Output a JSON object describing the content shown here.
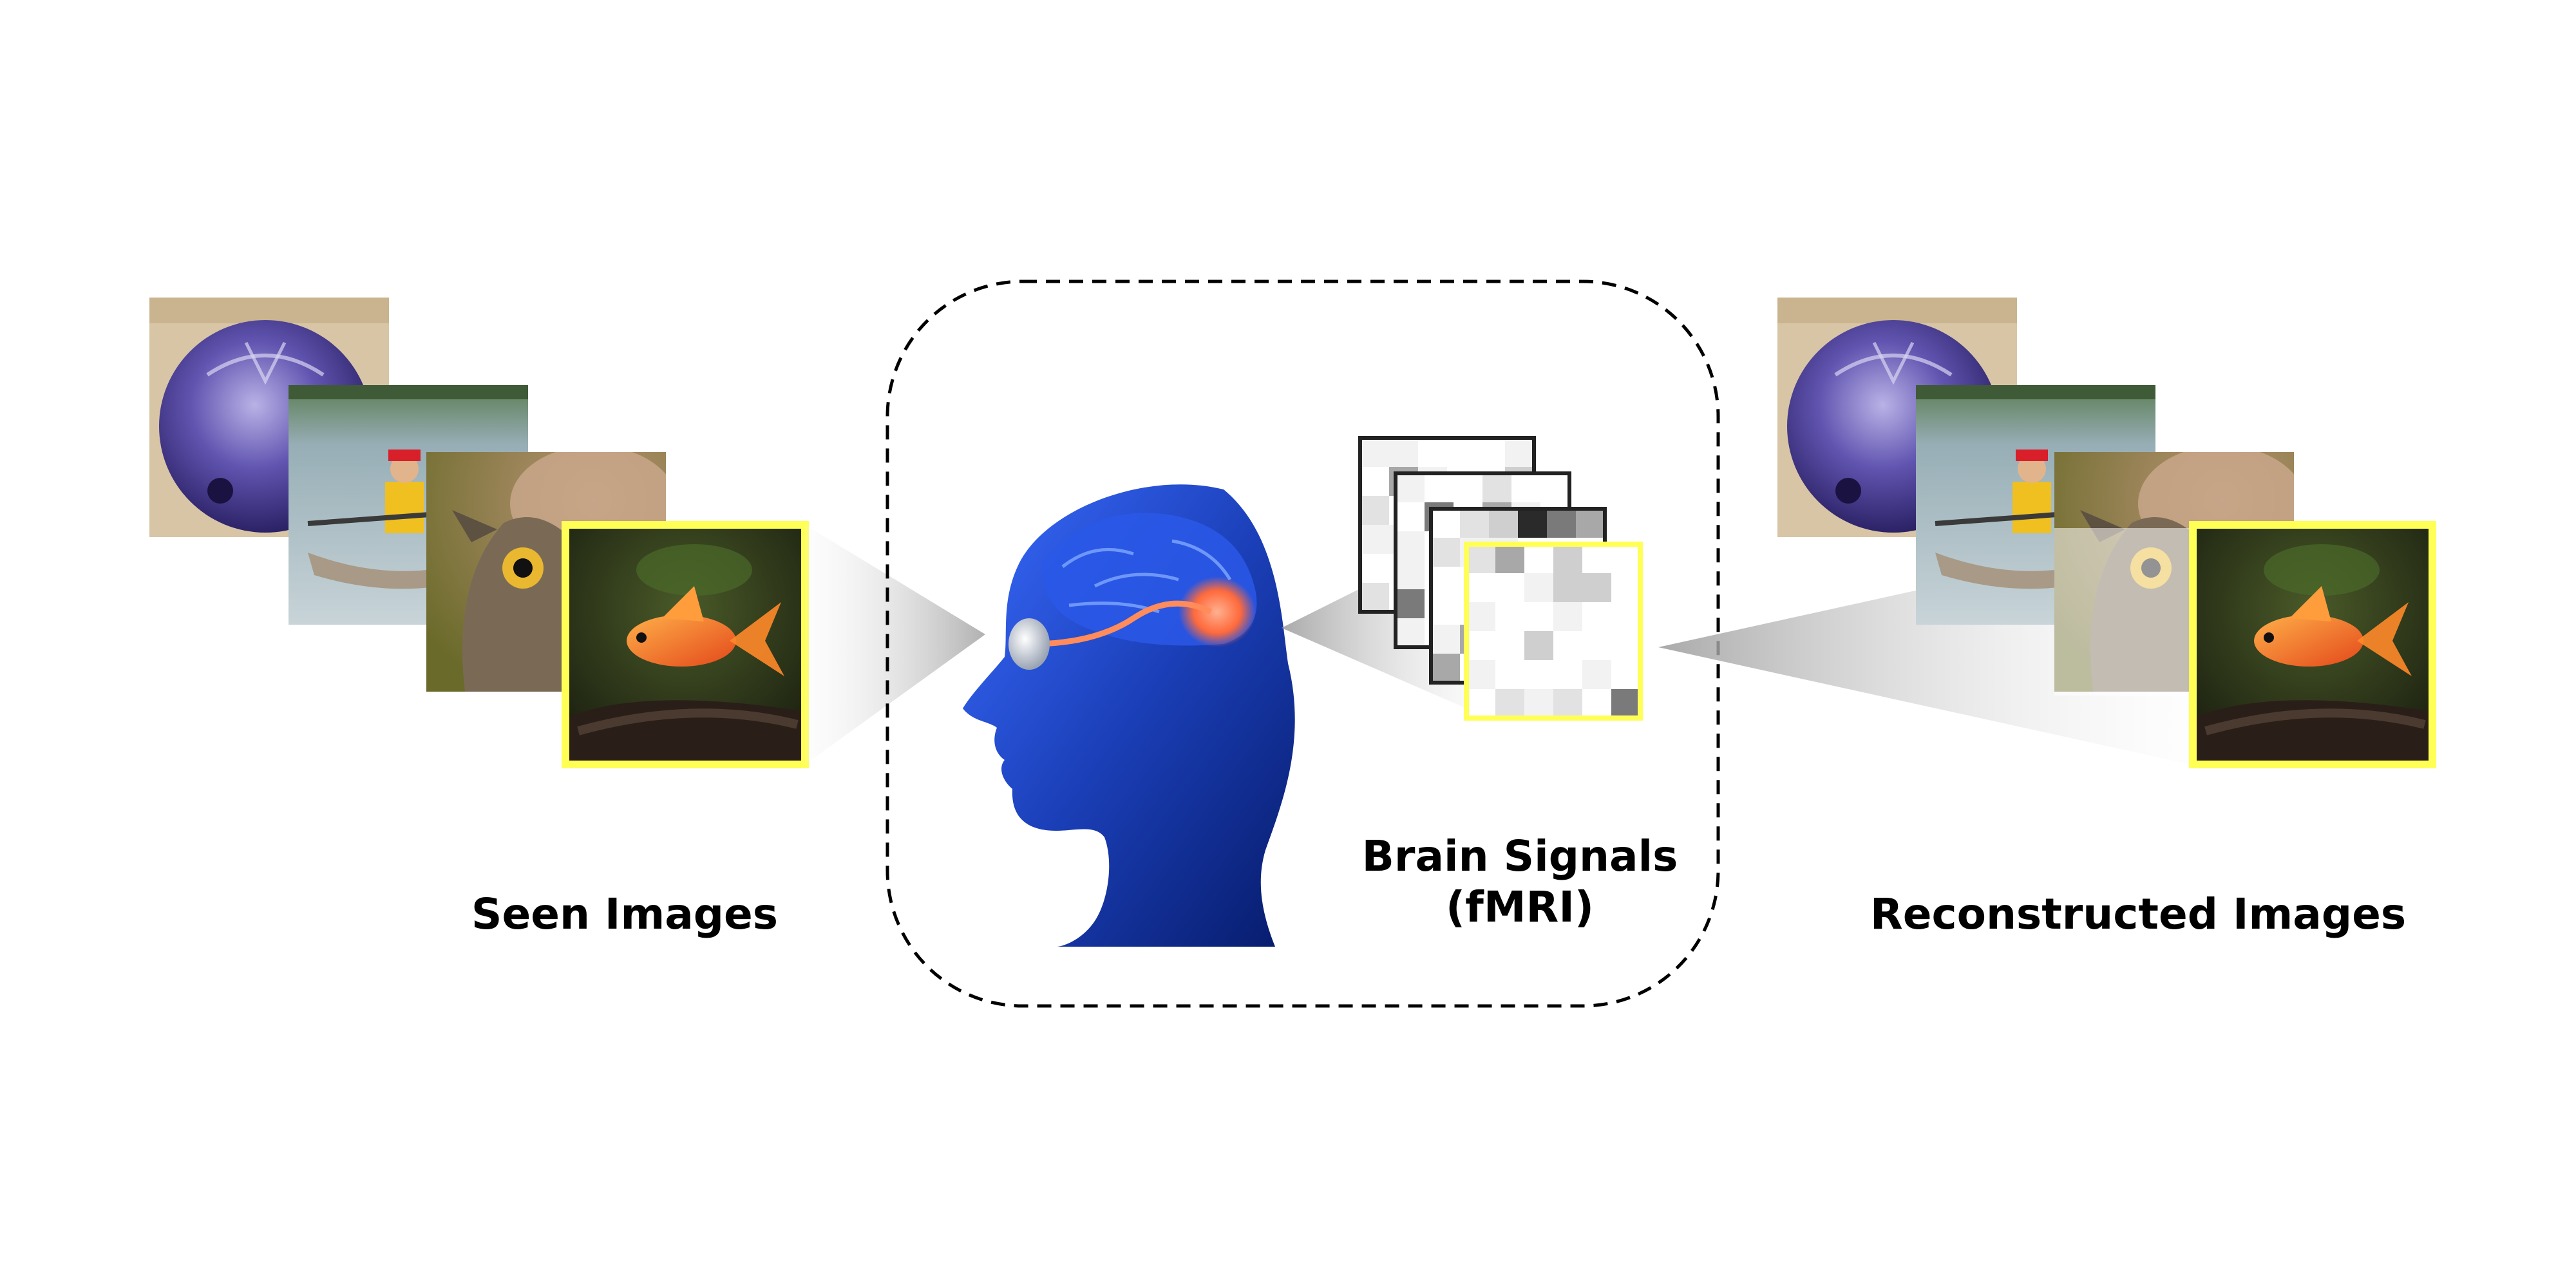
{
  "labels": {
    "seen_images": "Seen Images",
    "brain_signals_line1": "Brain Signals",
    "brain_signals_line2": "(fMRI)",
    "reconstructed_images": "Reconstructed Images"
  },
  "colors": {
    "highlight_border": "#ffff55",
    "brain_glow": "#ff6a3c",
    "head_blue": "#1b3fb8",
    "dashed_box": "#000000"
  },
  "image_contents": [
    "bowling ball",
    "person in kayak",
    "owl",
    "goldfish"
  ],
  "fmri_frames": 4
}
